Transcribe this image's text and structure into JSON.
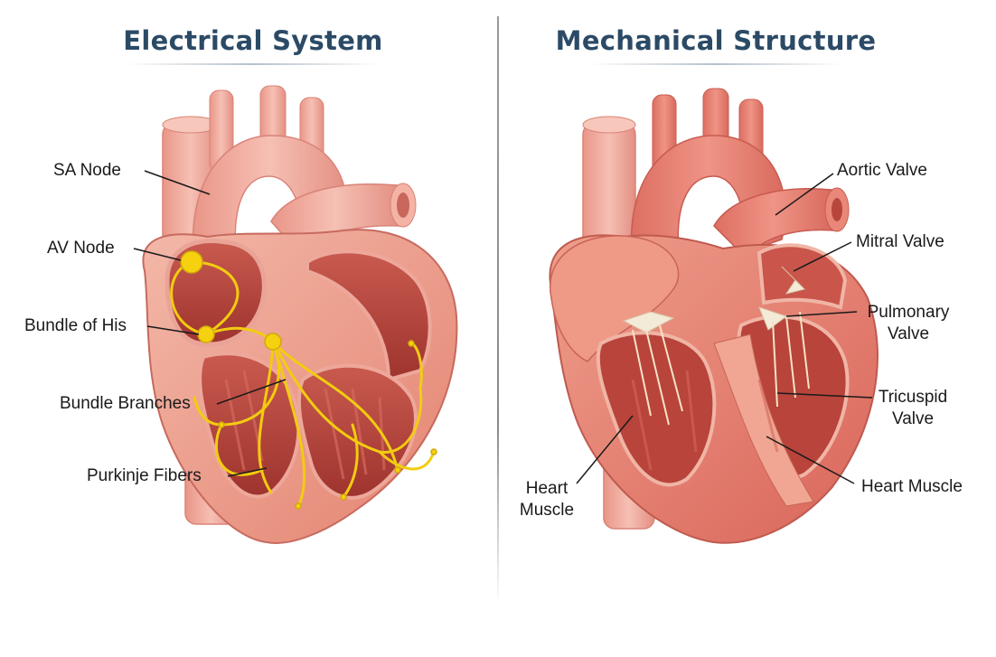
{
  "panels": {
    "left": {
      "title": "Electrical System"
    },
    "right": {
      "title": "Mechanical Structure"
    }
  },
  "labels": {
    "left": {
      "sa_node": "SA Node",
      "av_node": "AV Node",
      "bundle_of_his": "Bundle of His",
      "bundle_branches": "Bundle Branches",
      "purkinje_fibers": "Purkinje Fibers"
    },
    "right": {
      "aortic_valve": "Aortic Valve",
      "mitral_valve": "Mitral Valve",
      "pulmonary_valve_1": "Pulmonary",
      "pulmonary_valve_2": "Valve",
      "tricuspid_valve_1": "Tricuspid",
      "tricuspid_valve_2": "Valve",
      "heart_muscle_right": "Heart Muscle",
      "heart_muscle_left_1": "Heart",
      "heart_muscle_left_2": "Muscle"
    }
  },
  "colors": {
    "title": "#2b4a66",
    "muscle": "#e9897c",
    "muscle_light": "#f3b7a8",
    "vessel": "#ee9f93",
    "chamber": "#b8443c",
    "conduction": "#f5d10f",
    "valve": "#f4ead8"
  }
}
